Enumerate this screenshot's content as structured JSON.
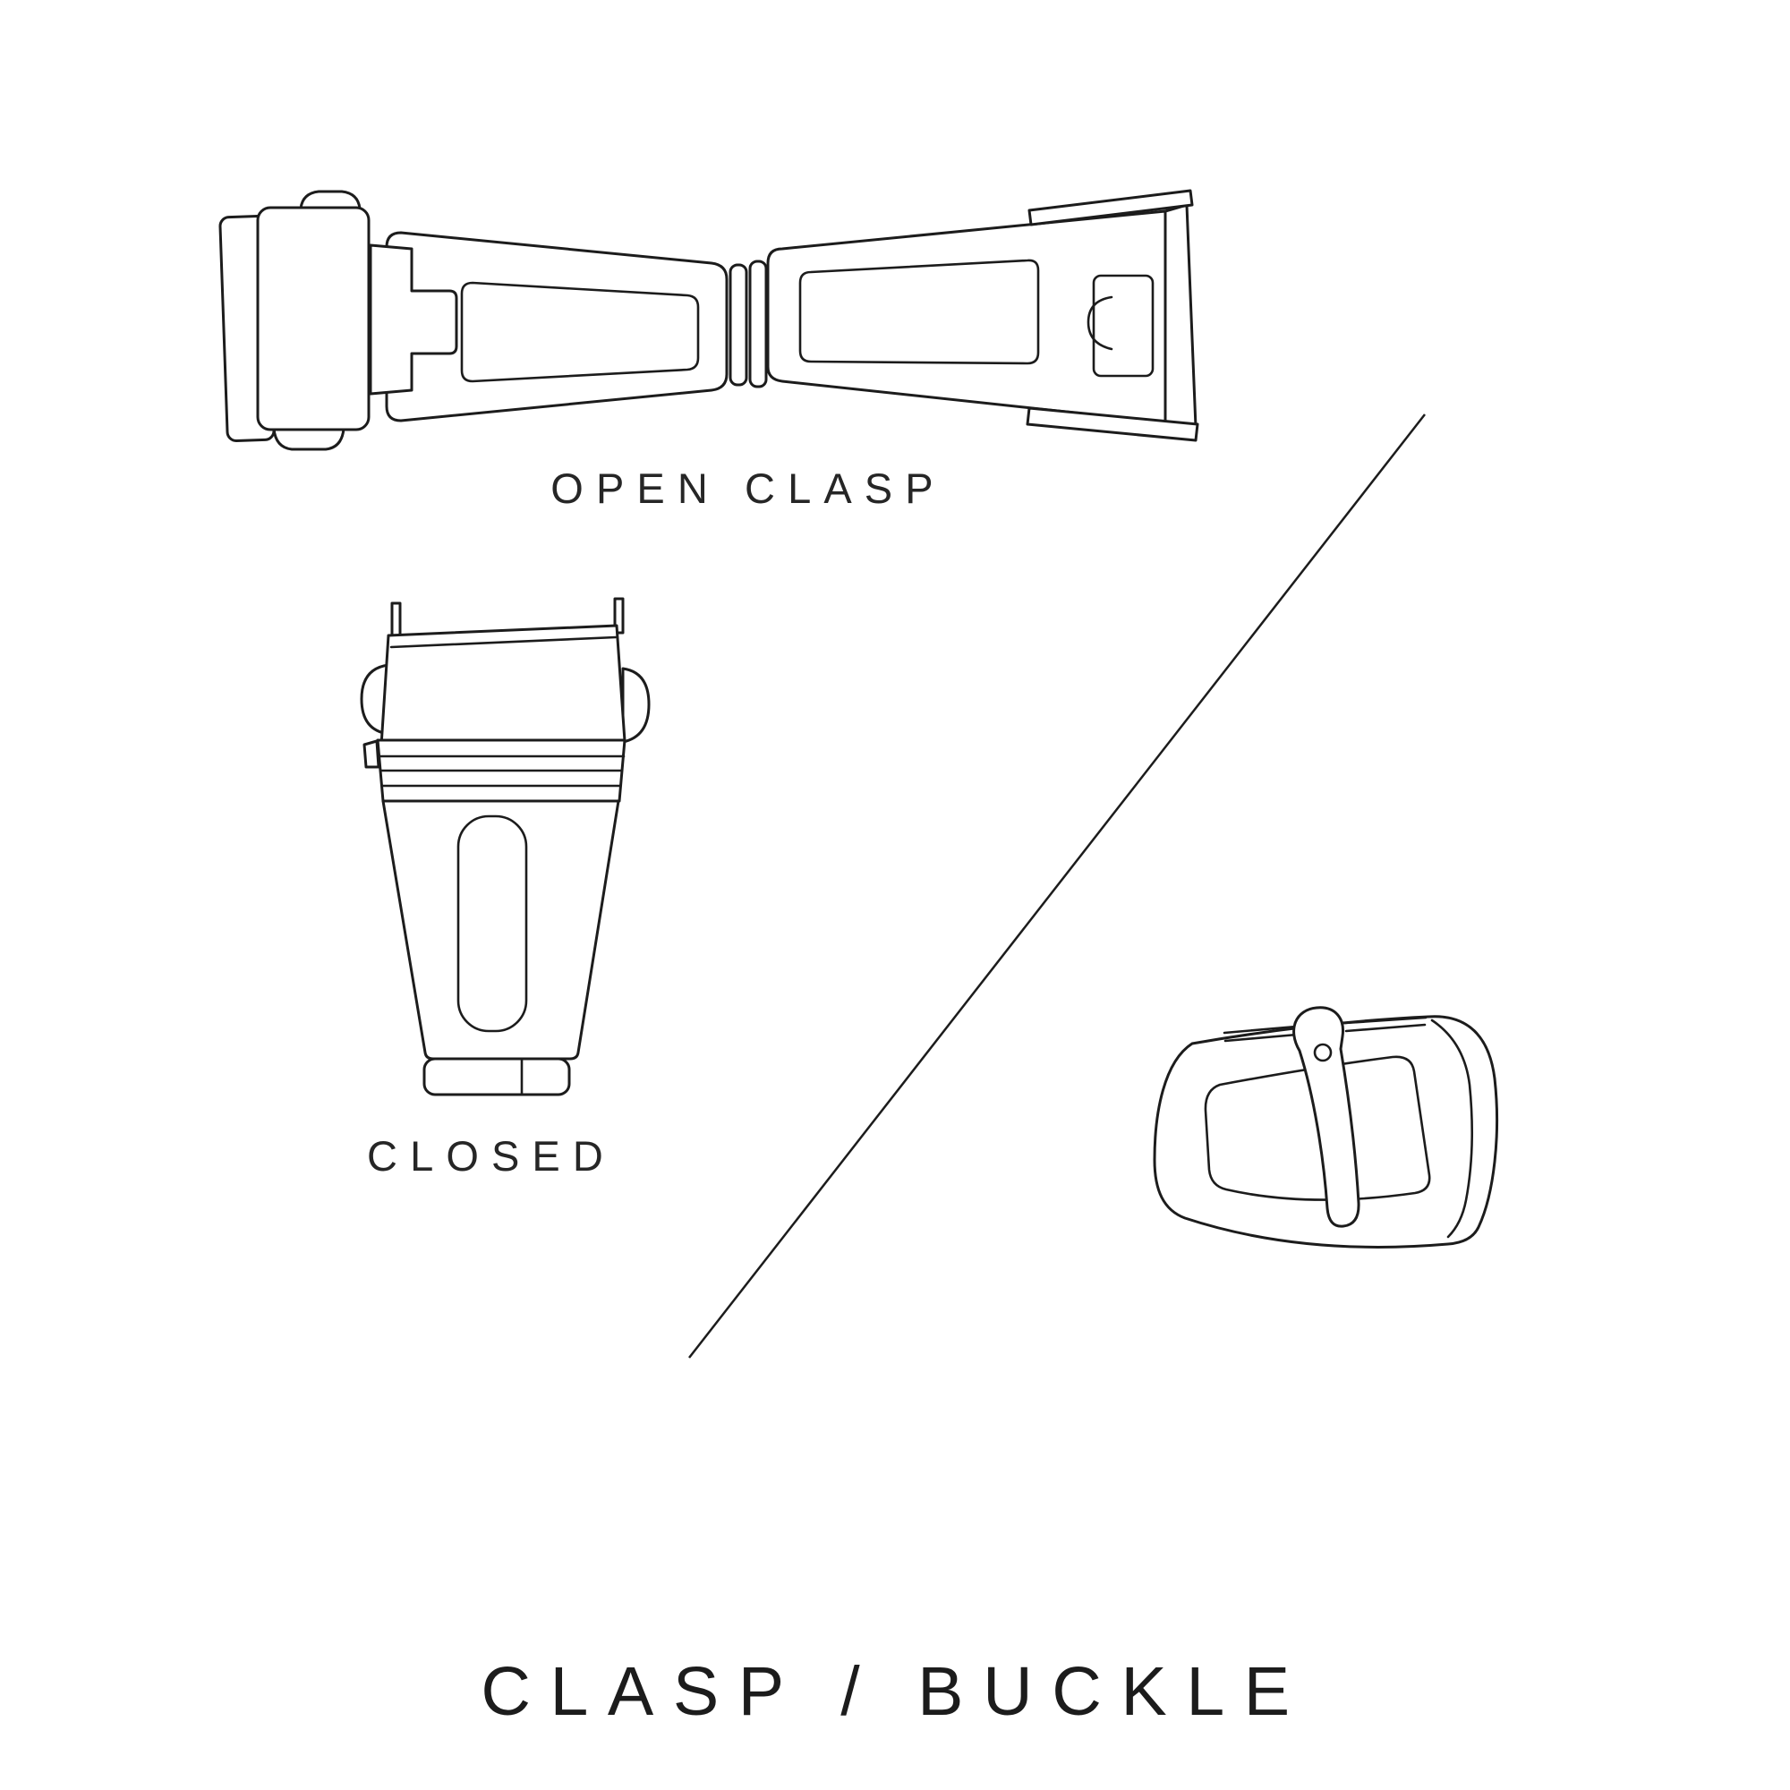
{
  "title": "CLASP / BUCKLE",
  "labels": {
    "open_clasp": "OPEN CLASP",
    "closed": "CLOSED"
  },
  "figures": [
    {
      "name": "open-clasp-illustration",
      "caption": "OPEN CLASP"
    },
    {
      "name": "closed-clasp-illustration",
      "caption": "CLOSED"
    },
    {
      "name": "buckle-illustration",
      "caption": ""
    }
  ],
  "colors": {
    "ink": "#1c1c1c",
    "background": "#ffffff"
  }
}
